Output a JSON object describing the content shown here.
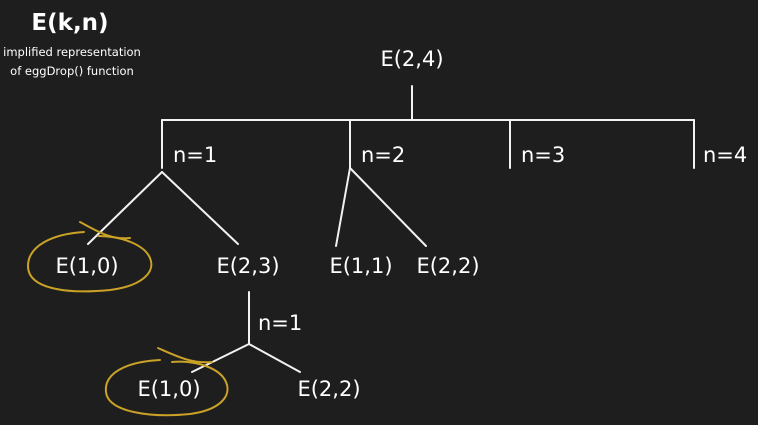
{
  "header": {
    "title": "E(k,n)",
    "subtitle_line1": "implified representation",
    "subtitle_line2": "of eggDrop() function"
  },
  "tree": {
    "root": "E(2,4)",
    "branch_labels": [
      "n=1",
      "n=2",
      "n=3",
      "n=4"
    ],
    "n1_children": [
      "E(1,0)",
      "E(2,3)"
    ],
    "n2_children": [
      "E(1,1)",
      "E(2,2)"
    ],
    "sub_branch_label": "n=1",
    "sub_children": [
      "E(1,0)",
      "E(2,2)"
    ]
  },
  "colors": {
    "background": "#1e1e1e",
    "lines": "#f2f2f2",
    "highlight": "#c9a227"
  }
}
